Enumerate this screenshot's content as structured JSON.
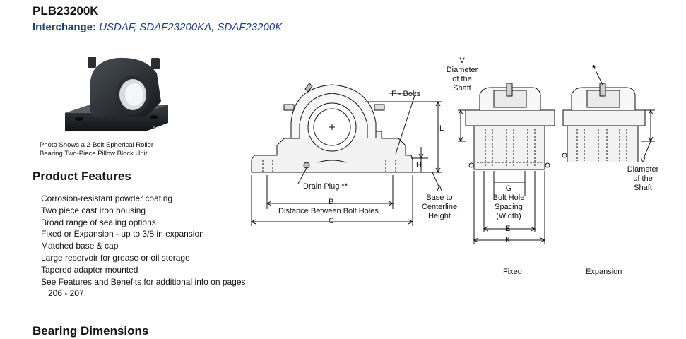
{
  "header": {
    "title": "PLB23200K",
    "interchange_label": "Interchange:",
    "interchange_value": "USDAF, SDAF23200KA, SDAF23200K"
  },
  "photo": {
    "caption_line1": "Photo Shows a 2-Bolt Spherical Roller",
    "caption_line2": "Bearing Two-Piece Pillow Block Unit"
  },
  "product_features": {
    "heading": "Product Features",
    "items": [
      "Corrosion-resistant powder coating",
      "Two piece cast iron housing",
      "Broad range of sealing options",
      "Fixed or Expansion - up to 3/8 in expansion",
      "Matched base & cap",
      "Large reservoir for grease or oil storage",
      "Tapered adapter mounted",
      "See Features and Benefits for additional info on pages"
    ],
    "item_continuation": "206 - 207."
  },
  "bearing_dimensions": {
    "heading": "Bearing Dimensions"
  },
  "diagram_labels": {
    "front": {
      "f_bolts": "F - Bolts",
      "l": "L",
      "h": "H",
      "drain_plug": "Drain Plug **",
      "b": "B",
      "b_desc": "Distance Between Bolt Holes",
      "c": "C",
      "a": "A",
      "a_desc_1": "Base to",
      "a_desc_2": "Centerline",
      "a_desc_3": "Height"
    },
    "fixed": {
      "v": "V",
      "v_desc_1": "Diameter",
      "v_desc_2": "of the",
      "v_desc_3": "Shaft",
      "g": "G",
      "g_desc_1": "Bolt Hole",
      "g_desc_2": "Spacing",
      "g_desc_3": "(Width)",
      "e": "E",
      "k": "K",
      "caption": "Fixed"
    },
    "expansion": {
      "asterisk": "*",
      "v": "V",
      "v_desc_1": "Diameter",
      "v_desc_2": "of the",
      "v_desc_3": "Shaft",
      "caption": "Expansion"
    }
  }
}
